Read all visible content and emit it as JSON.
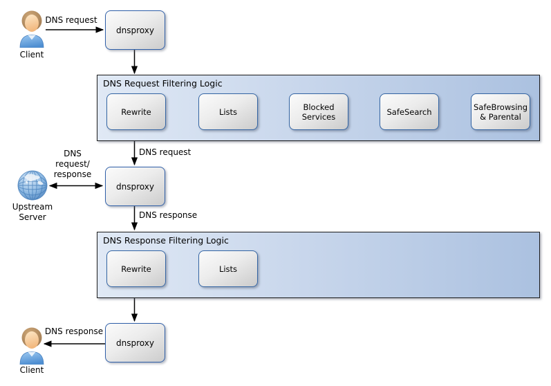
{
  "colors": {
    "node_border": "#2f5fa8",
    "inner_box_border": "#3465a4",
    "container_border": "#1c1c1c",
    "container_gradient_left": "#e0e9f5",
    "container_gradient_right": "#abc1e0",
    "node_gradient_light": "#fbfbfb",
    "node_gradient_dark": "#cccccc",
    "arrow": "#000000",
    "text": "#000000",
    "background": "#ffffff"
  },
  "actors": {
    "client_top": {
      "label": "Client",
      "icon": "person-icon"
    },
    "client_bottom": {
      "label": "Client",
      "icon": "person-icon"
    },
    "upstream": {
      "label_line1": "Upstream",
      "label_line2": "Server",
      "icon": "globe-icon"
    }
  },
  "proxies": {
    "dnsproxy1": "dnsproxy",
    "dnsproxy2": "dnsproxy",
    "dnsproxy3": "dnsproxy"
  },
  "request_filter": {
    "title": "DNS Request Filtering Logic",
    "boxes": [
      "Rewrite",
      "Lists",
      "Blocked Services",
      "SafeSearch",
      "SafeBrowsing & Parental"
    ]
  },
  "response_filter": {
    "title": "DNS Response Filtering Logic",
    "boxes": [
      "Rewrite",
      "Lists"
    ]
  },
  "edge_labels": {
    "client_request": "DNS request",
    "filtered_request": "DNS request",
    "upstream_exchange_line1": "DNS",
    "upstream_exchange_line2": "request/",
    "upstream_exchange_line3": "response",
    "proxy_response": "DNS response",
    "client_response": "DNS response"
  }
}
